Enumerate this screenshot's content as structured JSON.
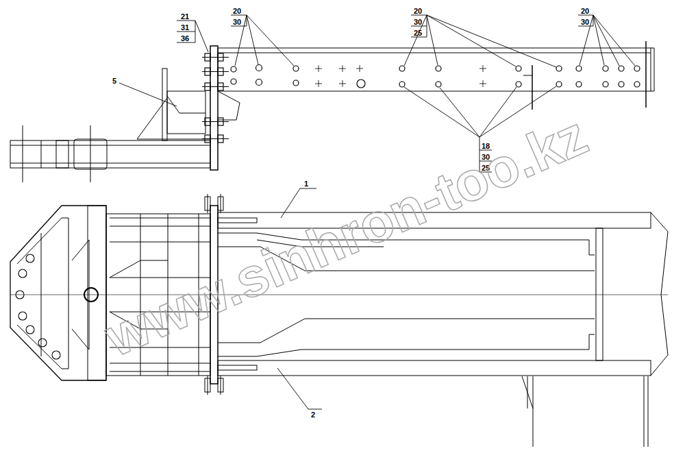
{
  "diagram": {
    "labels": [
      "21",
      "31",
      "36",
      "5",
      "20",
      "30",
      "20",
      "30",
      "25",
      "20",
      "30",
      "18",
      "30",
      "25",
      "1",
      "2",
      "www.sinhron-too.kz"
    ]
  }
}
